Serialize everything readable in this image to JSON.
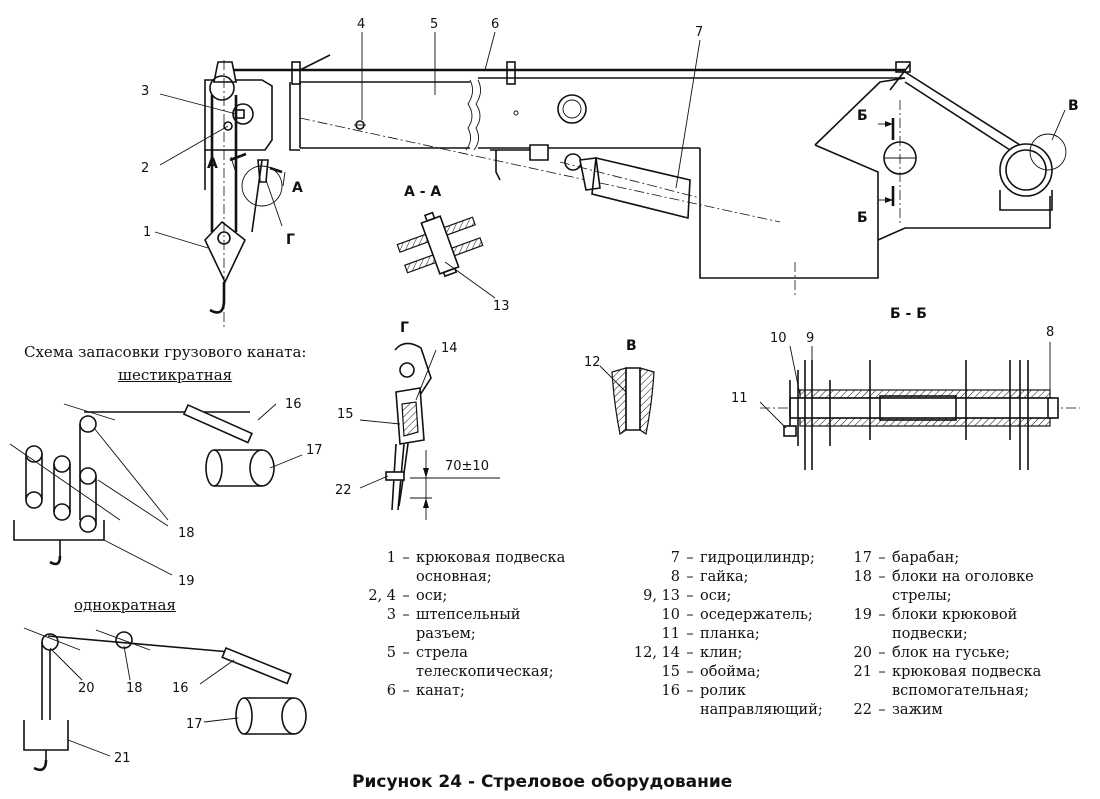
{
  "callouts": {
    "n1": "1",
    "n2": "2",
    "n3": "3",
    "n4": "4",
    "n5": "5",
    "n6": "6",
    "n7": "7",
    "n8": "8",
    "n9": "9",
    "n10": "10",
    "n11": "11",
    "n12": "12",
    "n13": "13",
    "n14": "14",
    "n15": "15",
    "n16a": "16",
    "n16b": "16",
    "n17a": "17",
    "n17b": "17",
    "n18a": "18",
    "n18b": "18",
    "n19": "19",
    "n20": "20",
    "n21": "21",
    "n22": "22"
  },
  "section_marks": {
    "a_left": "А",
    "a_right": "А",
    "g_mark": "Г",
    "b_top": "Б",
    "b_bottom": "Б",
    "v_mark": "В"
  },
  "view_titles": {
    "aa": "А - А",
    "g": "Г",
    "v": "В",
    "bb": "Б - Б"
  },
  "dimension": "70±10",
  "scheme": {
    "title": "Схема запасовки грузового каната:",
    "six": "шестикратная",
    "single": "однократная"
  },
  "legend": {
    "col1": [
      {
        "num": "1",
        "text": "крюковая подвеска"
      },
      {
        "num": "",
        "text": "основная;"
      },
      {
        "num": "2, 4",
        "text": "оси;"
      },
      {
        "num": "3",
        "text": "штепсельный"
      },
      {
        "num": "",
        "text": "разъем;"
      },
      {
        "num": "5",
        "text": "стрела"
      },
      {
        "num": "",
        "text": "телескопическая;"
      },
      {
        "num": "6",
        "text": "канат;"
      }
    ],
    "col2": [
      {
        "num": "7",
        "text": "гидроцилиндр;"
      },
      {
        "num": "8",
        "text": "гайка;"
      },
      {
        "num": "9, 13",
        "text": "оси;"
      },
      {
        "num": "10",
        "text": "оседержатель;"
      },
      {
        "num": "11",
        "text": "планка;"
      },
      {
        "num": "12, 14",
        "text": "клин;"
      },
      {
        "num": "15",
        "text": "обойма;"
      },
      {
        "num": "16",
        "text": "ролик"
      },
      {
        "num": "",
        "text": "направляющий;"
      }
    ],
    "col3": [
      {
        "num": "17",
        "text": "барабан;"
      },
      {
        "num": "18",
        "text": "блоки на оголовке"
      },
      {
        "num": "",
        "text": "стрелы;"
      },
      {
        "num": "19",
        "text": "блоки крюковой"
      },
      {
        "num": "",
        "text": "подвески;"
      },
      {
        "num": "20",
        "text": "блок на гуське;"
      },
      {
        "num": "21",
        "text": "крюковая подвеска"
      },
      {
        "num": "",
        "text": "вспомогательная;"
      },
      {
        "num": "22",
        "text": "зажим"
      }
    ]
  },
  "caption": "Рисунок 24 - Стреловое оборудование"
}
